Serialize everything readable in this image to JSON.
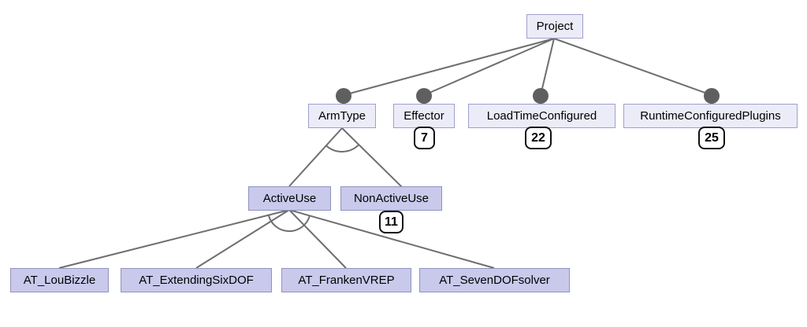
{
  "diagram": {
    "type": "tree",
    "background": "#ffffff",
    "colors": {
      "node_fill_light": "#ececf9",
      "node_border_light": "#9f9fcc",
      "node_fill_dark": "#c9c9ec",
      "node_border_dark": "#9191c0",
      "edge": "#6e6e6e",
      "containment_dot": "#5f5f5f",
      "badge_fill": "#ffffff",
      "badge_border": "#111111",
      "text": "#000000"
    },
    "nodes": {
      "project": {
        "label": "Project"
      },
      "arm_type": {
        "label": "ArmType"
      },
      "effector": {
        "label": "Effector",
        "count": "7"
      },
      "load_time_configured": {
        "label": "LoadTimeConfigured",
        "count": "22"
      },
      "runtime_configured_plugins": {
        "label": "RuntimeConfiguredPlugins",
        "count": "25"
      },
      "active_use": {
        "label": "ActiveUse"
      },
      "non_active_use": {
        "label": "NonActiveUse",
        "count": "11"
      },
      "at_lou_bizzle": {
        "label": "AT_LouBizzle"
      },
      "at_extending_six_dof": {
        "label": "AT_ExtendingSixDOF"
      },
      "at_franken_vrep": {
        "label": "AT_FrankenVREP"
      },
      "at_seven_dof_solver": {
        "label": "AT_SevenDOFsolver"
      }
    },
    "edges": [
      {
        "from": "project",
        "to": "arm_type",
        "style": "dot-terminated"
      },
      {
        "from": "project",
        "to": "effector",
        "style": "dot-terminated"
      },
      {
        "from": "project",
        "to": "load_time_configured",
        "style": "dot-terminated"
      },
      {
        "from": "project",
        "to": "runtime_configured_plugins",
        "style": "dot-terminated"
      },
      {
        "from": "arm_type",
        "to": "active_use",
        "style": "inheritance-fan"
      },
      {
        "from": "arm_type",
        "to": "non_active_use",
        "style": "inheritance-fan"
      },
      {
        "from": "active_use",
        "to": "at_lou_bizzle",
        "style": "inheritance-fan"
      },
      {
        "from": "active_use",
        "to": "at_extending_six_dof",
        "style": "inheritance-fan"
      },
      {
        "from": "active_use",
        "to": "at_franken_vrep",
        "style": "inheritance-fan"
      },
      {
        "from": "active_use",
        "to": "at_seven_dof_solver",
        "style": "inheritance-fan"
      }
    ]
  }
}
